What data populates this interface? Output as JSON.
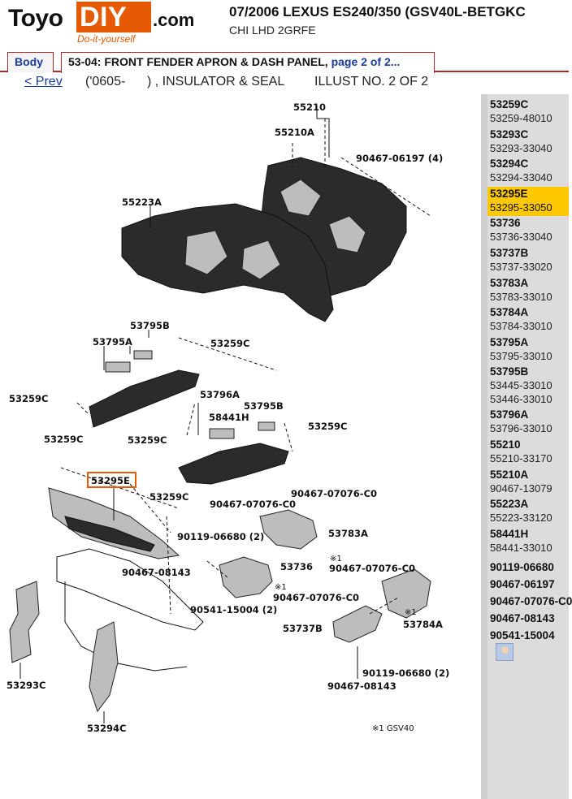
{
  "header": {
    "logo_toyo": "Toyo",
    "logo_diy": "DIY",
    "logo_dotcom": ".com",
    "logo_tagline": "Do-it-yourself",
    "vehicle_title": "07/2006 LEXUS ES240/350 (GSV40L-BETGKC",
    "vehicle_sub": "CHI LHD 2GRFE"
  },
  "tabs": {
    "body_label": "Body",
    "section_label": "53-04: FRONT FENDER APRON & DASH PANEL, ",
    "section_page_link": "page 2 of 2..."
  },
  "nav": {
    "prev_label": "< Prev",
    "code_range": "('0605-      ) , INSULATOR & SEAL",
    "illus_label": "ILLUST NO. 2 OF 2"
  },
  "diagram": {
    "labels": {
      "l55210": "55210",
      "l55210A": "55210A",
      "l90467_06197": "90467-06197 (4)",
      "l55223A": "55223A",
      "l53795B_top": "53795B",
      "l53795A": "53795A",
      "l53259C_a": "53259C",
      "l53259C_b": "53259C",
      "l53796A": "53796A",
      "l53795B_mid": "53795B",
      "l58441H": "58441H",
      "l53259C_c": "53259C",
      "l53259C_d": "53259C",
      "l53259C_e": "53259C",
      "l53295E": "53295E",
      "l53259C_f": "53259C",
      "l90467_07076_top": "90467-07076-C0",
      "l90467_07076_mid": "90467-07076-C0",
      "l53783A": "53783A",
      "l90119_06680_a": "90119-06680 (2)",
      "l90467_08143_a": "90467-08143",
      "l53736": "53736",
      "l90467_07076_c": "90467-07076-C0",
      "l90467_07076_d": "90467-07076-C0",
      "l90541_15004": "90541-15004 (2)",
      "l53784A": "53784A",
      "l53737B": "53737B",
      "l90119_06680_b": "90119-06680 (2)",
      "l90467_08143_b": "90467-08143",
      "l53293C": "53293C",
      "l53294C": "53294C",
      "note1": "※1",
      "note1b": "※1",
      "note1c": "※1",
      "footnote": "※1 GSV40"
    }
  },
  "sidebar": {
    "parts": [
      {
        "code": "53259C",
        "num": "53259-48010",
        "selected": false
      },
      {
        "code": "53293C",
        "num": "53293-33040",
        "selected": false
      },
      {
        "code": "53294C",
        "num": "53294-33040",
        "selected": false
      },
      {
        "code": "53295E",
        "num": "53295-33050",
        "selected": true
      },
      {
        "code": "53736",
        "num": "53736-33040",
        "selected": false
      },
      {
        "code": "53737B",
        "num": "53737-33020",
        "selected": false
      },
      {
        "code": "53783A",
        "num": "53783-33010",
        "selected": false
      },
      {
        "code": "53784A",
        "num": "53784-33010",
        "selected": false
      },
      {
        "code": "53795A",
        "num": "53795-33010",
        "selected": false
      },
      {
        "code": "53795B",
        "num": "53445-33010",
        "num2": "53446-33010",
        "selected": false
      },
      {
        "code": "53796A",
        "num": "53796-33010",
        "selected": false
      },
      {
        "code": "55210",
        "num": "55210-33170",
        "selected": false
      },
      {
        "code": "55210A",
        "num": "90467-13079",
        "selected": false
      },
      {
        "code": "55223A",
        "num": "55223-33120",
        "selected": false
      },
      {
        "code": "58441H",
        "num": "58441-33010",
        "selected": false
      }
    ],
    "single": [
      "90119-06680",
      "90467-06197",
      "90467-07076-C0",
      "90467-08143",
      "90541-15004"
    ]
  },
  "colors": {
    "accent_orange": "#e65a05",
    "link_blue": "#1a3d9c",
    "tab_red": "#b52a2a",
    "selected_yellow": "#ffc800"
  }
}
